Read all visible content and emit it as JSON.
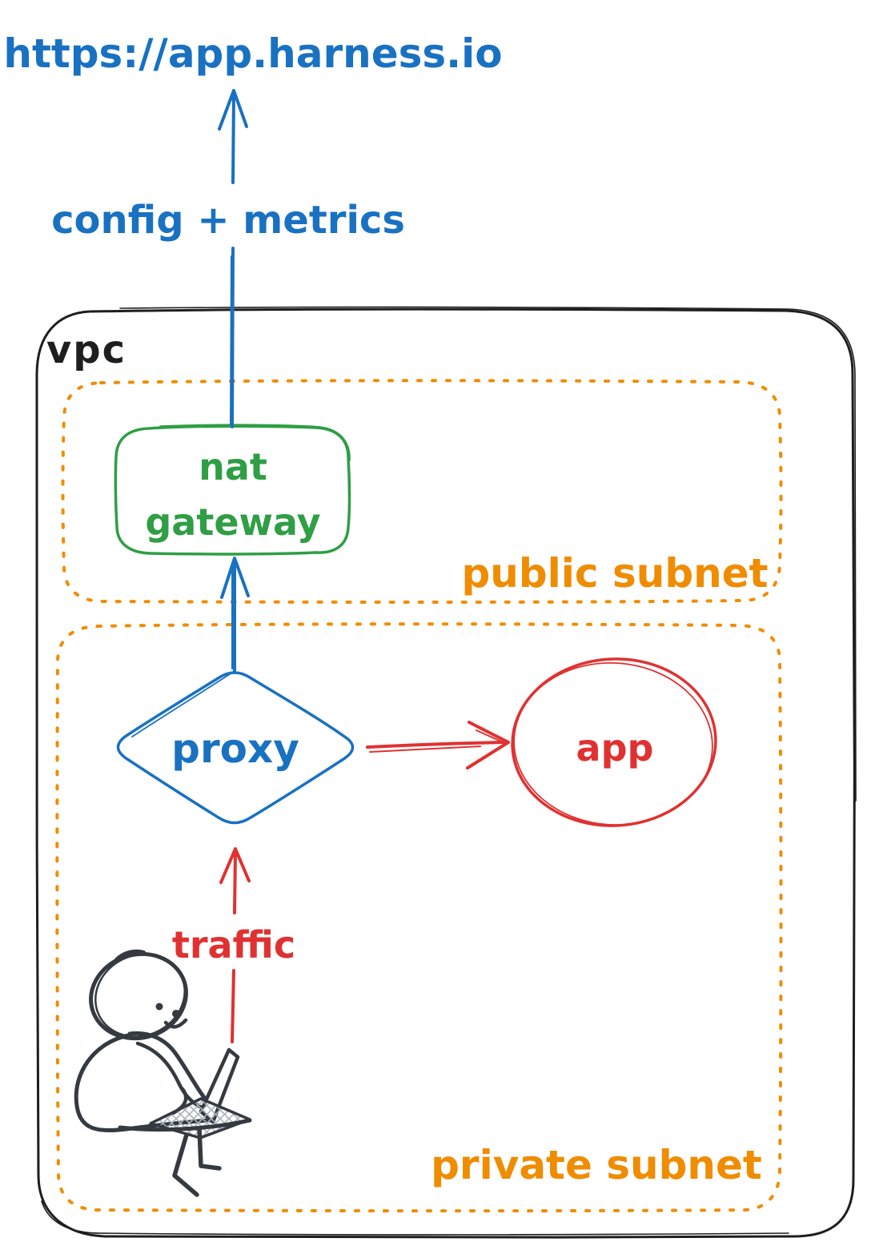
{
  "diagram": {
    "external_endpoint": {
      "label": "https://app.harness.io",
      "color": "#1971c2"
    },
    "vpc": {
      "label": "vpc",
      "border_color": "#1e1e1e"
    },
    "public_subnet": {
      "label": "public subnet",
      "border_color": "#f08c00",
      "border_style": "dotted"
    },
    "private_subnet": {
      "label": "private subnet",
      "border_color": "#f08c00",
      "border_style": "dotted"
    },
    "nodes": {
      "nat_gateway": {
        "label": "nat gateway",
        "line1": "nat",
        "line2": "gateway",
        "shape": "rounded-rectangle",
        "color": "#2f9e44"
      },
      "proxy": {
        "label": "proxy",
        "shape": "diamond",
        "color": "#1971c2"
      },
      "app": {
        "label": "app",
        "shape": "ellipse",
        "color": "#e03131"
      }
    },
    "edges": {
      "nat_to_endpoint": {
        "label": "config + metrics",
        "color": "#1971c2",
        "direction": "up"
      },
      "proxy_to_nat": {
        "label": "",
        "color": "#1971c2",
        "direction": "up"
      },
      "proxy_to_app": {
        "label": "",
        "color": "#e03131",
        "direction": "right"
      },
      "user_to_proxy": {
        "label": "traffic",
        "color": "#e03131",
        "direction": "up"
      }
    },
    "icons": {
      "user": "person-with-laptop-icon",
      "user_color": "#343a40"
    }
  }
}
